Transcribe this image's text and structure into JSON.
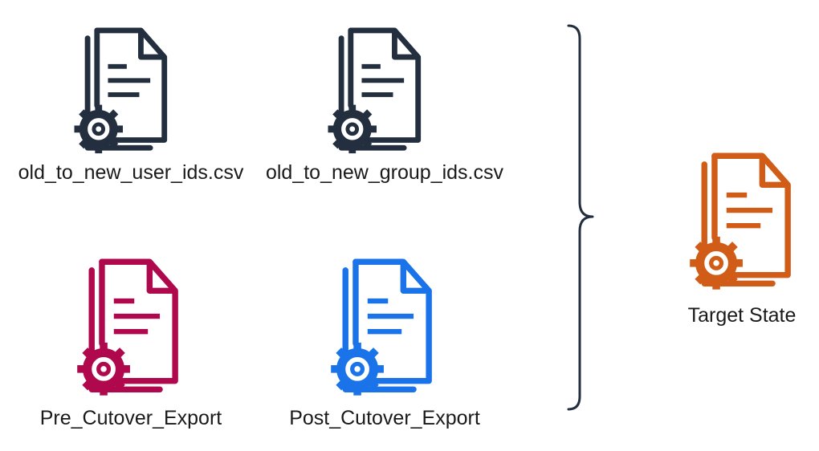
{
  "diagram": {
    "nodes": [
      {
        "id": "old-user-ids",
        "label": "old_to_new_user_ids.csv",
        "icon": "config-file-icon",
        "color": "#232F3E"
      },
      {
        "id": "old-group-ids",
        "label": "old_to_new_group_ids.csv",
        "icon": "config-file-icon",
        "color": "#232F3E"
      },
      {
        "id": "pre-cutover",
        "label": "Pre_Cutover_Export",
        "icon": "config-file-icon",
        "color": "#B0084D"
      },
      {
        "id": "post-cutover",
        "label": "Post_Cutover_Export",
        "icon": "config-file-icon",
        "color": "#1A73E8"
      },
      {
        "id": "target-state",
        "label": "Target State",
        "icon": "config-file-icon",
        "color": "#D05C17"
      }
    ],
    "brace": {
      "icon": "curly-brace",
      "color": "#232F3E"
    }
  }
}
